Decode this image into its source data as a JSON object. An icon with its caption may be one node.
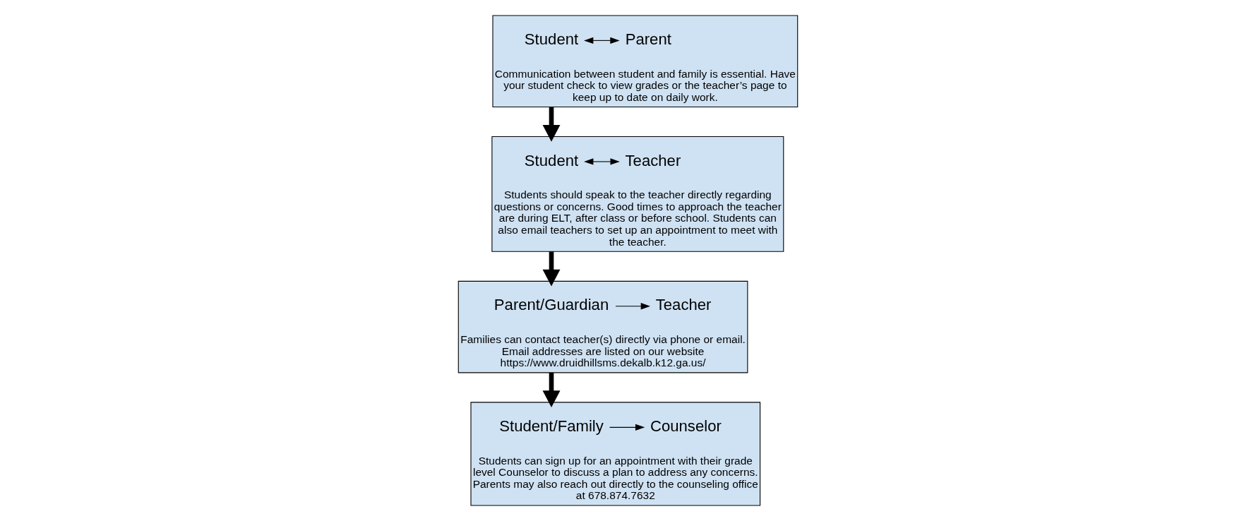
{
  "diagram": {
    "nodes": [
      {
        "text": [
          "Communication between student and family is essential. Have your student check to view grades or the teacher’s page to keep up to date on daily work."
        ]
      },
      {
        "text": [
          "Student"
        ],
        "in": 0
      },
      {
        "text": [
          "Parent"
        ],
        "in": 0
      },
      {
        "text": [
          "Students should speak to the teacher directly regarding questions or concerns. Good times to approach the teacher are during ELT, after class or before school. Students can also email teachers to set up an appointment to meet with the teacher."
        ]
      },
      {
        "text": [
          "Student"
        ],
        "in": 3
      },
      {
        "text": [
          "Teacher"
        ],
        "in": 3
      },
      {
        "text": [
          "Families can contact teacher(s) directly via phone or email. Email addresses are listed on our website https://www.druidhillsms.dekalb.k12.ga.us/"
        ]
      },
      {
        "text": [
          "Parent/Guardian"
        ],
        "in": 6
      },
      {
        "text": [
          "Teacher"
        ],
        "in": 6
      },
      {
        "text": [
          "Students can sign up for an appointment with their grade level Counselor to discuss a plan to address any concerns. Parents may also reach out directly to the counseling office at 678.874.7632"
        ]
      },
      {
        "text": [
          "Student/Family"
        ],
        "in": 9
      },
      {
        "text": [
          "Counselor"
        ],
        "in": 9
      }
    ],
    "edges": [
      {
        "from": 1,
        "to": 2,
        "arrow": "both"
      },
      {
        "from": 4,
        "to": 5,
        "arrow": "both"
      },
      {
        "from": 7,
        "to": 8,
        "arrow": "to"
      },
      {
        "from": 10,
        "to": 11,
        "arrow": "to"
      },
      {
        "from": 0,
        "to": 3,
        "arrow": "to",
        "style": "thick"
      },
      {
        "from": 3,
        "to": 6,
        "arrow": "to",
        "style": "thick"
      },
      {
        "from": 6,
        "to": 9,
        "arrow": "to",
        "style": "thick"
      }
    ]
  }
}
